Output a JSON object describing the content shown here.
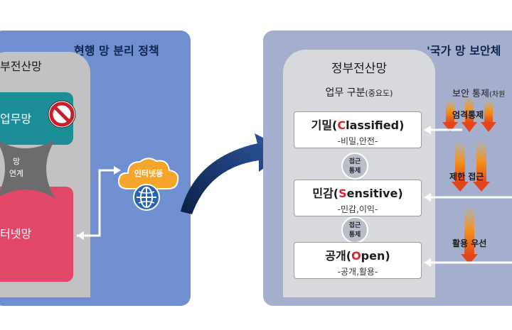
{
  "left": {
    "title": "현행 망 분리 정책",
    "gov_network": "부전산망",
    "work_network": "업무망",
    "connection": [
      "망",
      "연계"
    ],
    "internet_network": "터넷망",
    "cloud_label": "인터넷등"
  },
  "right": {
    "title": "'국가 망 보안체",
    "gov_network": "정부전산망",
    "work_class": "업무 구분",
    "work_class_note": "(중요도)",
    "levels": [
      {
        "prefix": "기밀(",
        "letter": "C",
        "rest": "lassified)",
        "sub": "-비밀,안전-"
      },
      {
        "prefix": "민감(",
        "letter": "S",
        "rest": "ensitive)",
        "sub": "-민감,이익-"
      },
      {
        "prefix": "공개(",
        "letter": "O",
        "rest": "pen)",
        "sub": "-공개,활용-"
      }
    ],
    "access": [
      "접근",
      "통제"
    ],
    "control": "보안 통제",
    "control_note": "(차원",
    "strict": "엄격통제",
    "limited": "제한 접근",
    "usage": "활용 우선"
  },
  "colors": {
    "left_panel": "#6f8fd0",
    "right_panel": "#a5afcd",
    "work_network": "#1b8e97",
    "internet_network": "#e24769",
    "highlight_letter": "#d9232d",
    "cloud": "#f3a629",
    "arrow": "#1f3f78"
  },
  "icons": [
    "prohibit-icon",
    "cloud-icon",
    "globe-icon",
    "arrow-icon"
  ]
}
